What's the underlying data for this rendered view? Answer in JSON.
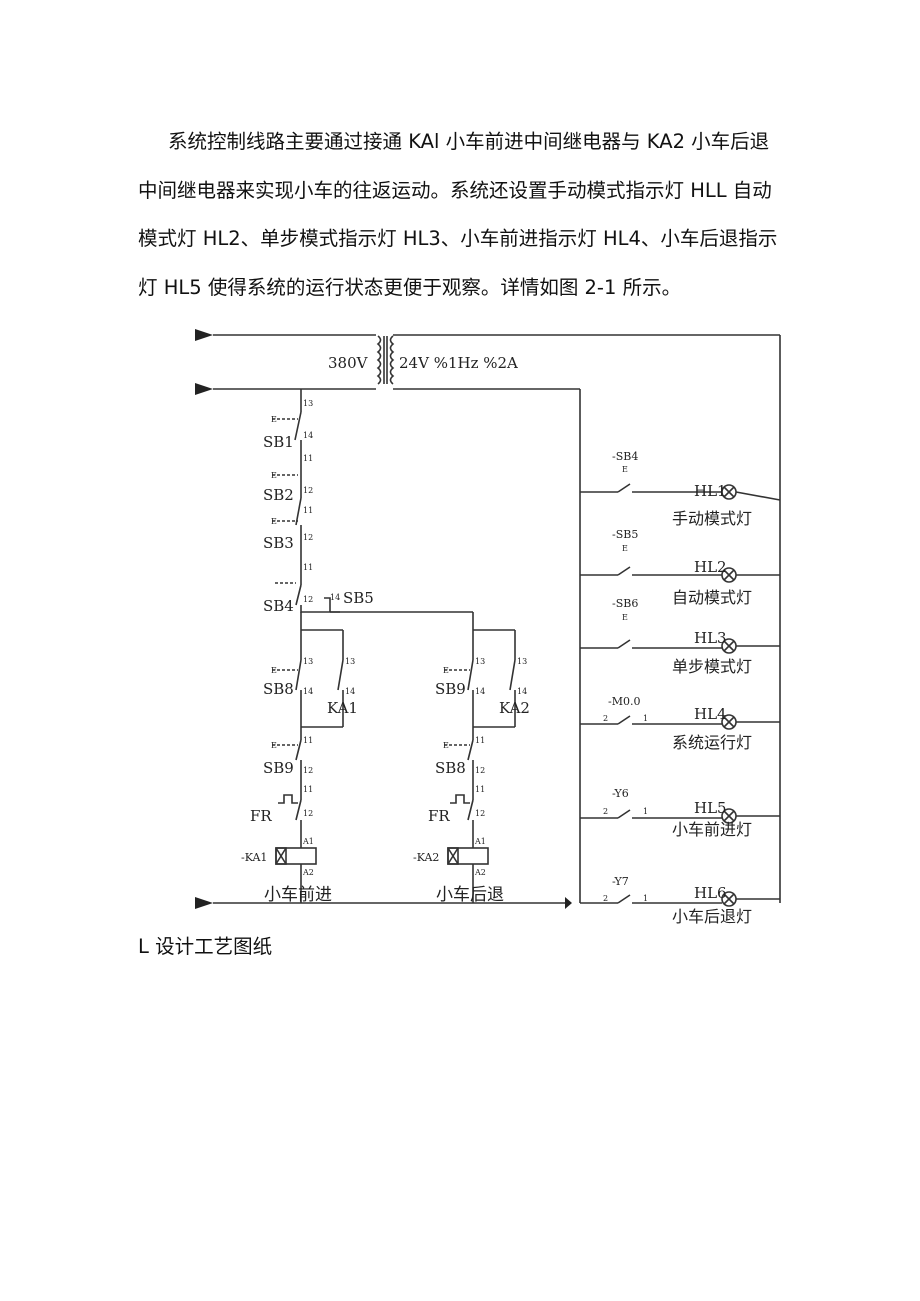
{
  "paragraph": {
    "lines": [
      "系统控制线路主要通过接通 KAl 小车前进中间继电器与 KA2 小车后退",
      "中间继电器来实现小车的往返运动。系统还设置手动模式指示灯 HLL 自动",
      "模式灯 HL2、单步模式指示灯 HL3、小车前进指示灯 HL4、小车后退指示",
      "灯 HL5 使得系统的运行状态更便于观察。详情如图 2-1 所示。"
    ]
  },
  "diagram": {
    "transformer": {
      "primary": "380V",
      "secondary": "24V %1Hz %2A"
    },
    "left": {
      "sb1": "SB1",
      "sb2": "SB2",
      "sb3": "SB3",
      "sb4": "SB4",
      "sb5": "SB5",
      "sb8": "SB8",
      "ka1": "KA1",
      "sb9": "SB9",
      "fr": "FR",
      "coil": "-KA1",
      "branch": "小车前进"
    },
    "right": {
      "sb9": "SB9",
      "ka2": "KA2",
      "sb8": "SB8",
      "fr": "FR",
      "coil": "-KA2",
      "branch": "小车后退"
    },
    "lamps": [
      {
        "switch": "-SB4",
        "lamp": "HL1",
        "label": "手动模式灯"
      },
      {
        "switch": "-SB5",
        "lamp": "HL2",
        "label": "自动模式灯"
      },
      {
        "switch": "-SB6",
        "lamp": "HL3",
        "label": "单步模式灯"
      },
      {
        "switch": "-M0.0",
        "lamp": "HL4",
        "label": "系统运行灯"
      },
      {
        "switch": "-Y6",
        "lamp": "HL5",
        "label": "小车前进灯"
      },
      {
        "switch": "-Y7",
        "lamp": "HL6",
        "label": "小车后退灯"
      }
    ],
    "terminals": {
      "t13": "13",
      "t14": "14",
      "t11": "11",
      "t12": "12",
      "a1": "A1",
      "a2": "A2",
      "p1": "1",
      "p2": "2",
      "e": "E"
    }
  },
  "caption": "L 设计工艺图纸"
}
